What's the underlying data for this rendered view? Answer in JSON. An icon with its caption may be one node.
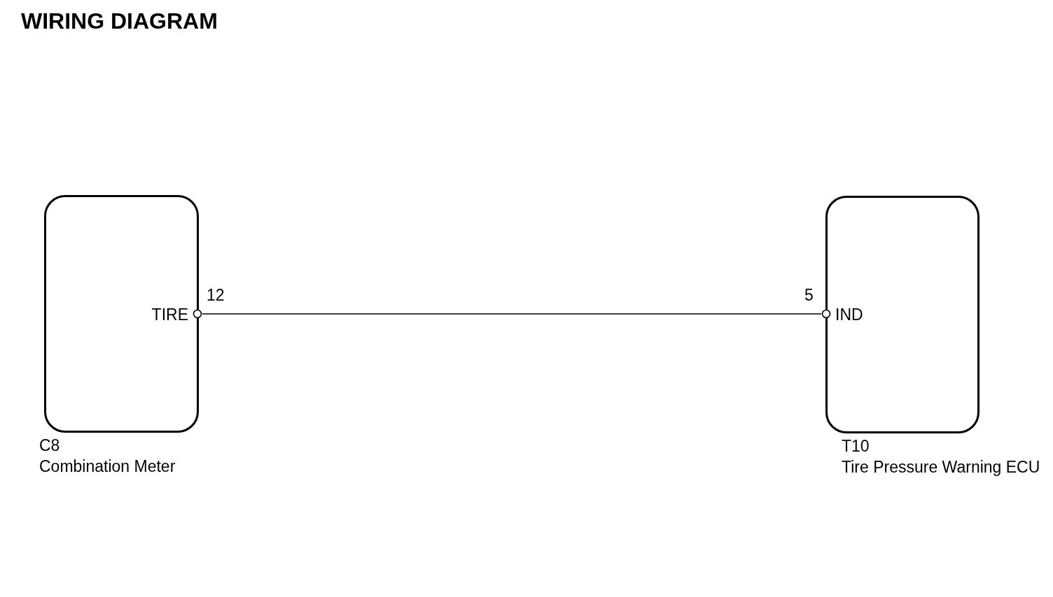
{
  "diagram": {
    "title": "WIRING DIAGRAM",
    "nodes": [
      {
        "text": [
          "C8",
          "Combination Meter"
        ]
      },
      {
        "text": [
          "T10",
          "Tire Pressure Warning ECU"
        ]
      },
      {
        "text": [
          "TIRE"
        ],
        "beside": [
          "12"
        ],
        "in": 0
      },
      {
        "text": [
          "IND"
        ],
        "beside": [
          "5"
        ],
        "in": 1
      }
    ],
    "edges": [
      {
        "from": 2,
        "to": 3,
        "arrow": "none"
      }
    ]
  }
}
